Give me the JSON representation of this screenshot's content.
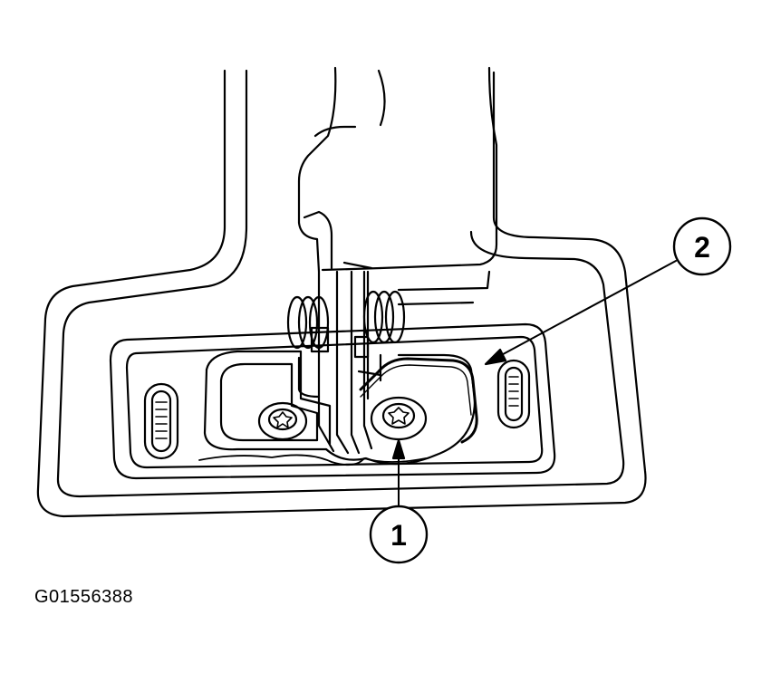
{
  "figure_code": "G01556388",
  "callouts": [
    {
      "id": "1",
      "text": "1"
    },
    {
      "id": "2",
      "text": "2"
    }
  ],
  "colors": {
    "line": "#000000",
    "background": "#ffffff"
  }
}
